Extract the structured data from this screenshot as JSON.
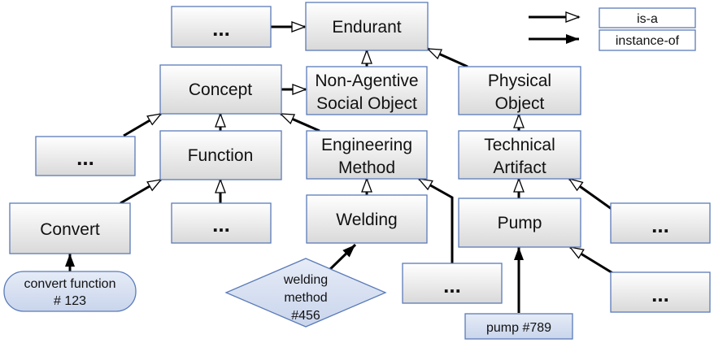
{
  "nodes": {
    "dots_top": "...",
    "endurant": "Endurant",
    "concept": "Concept",
    "nas_line1": "Non-Agentive",
    "nas_line2": "Social Object",
    "physical_line1": "Physical",
    "physical_line2": "Object",
    "dots_left": "...",
    "function": "Function",
    "eng_line1": "Engineering",
    "eng_line2": "Method",
    "tech_line1": "Technical",
    "tech_line2": "Artifact",
    "convert": "Convert",
    "dots_function": "...",
    "welding": "Welding",
    "pump": "Pump",
    "dots_right_upper": "...",
    "dots_method": "...",
    "dots_right_lower": "..."
  },
  "instances": {
    "convert_fn_line1": "convert function",
    "convert_fn_line2": "# 123",
    "welding_line1": "welding",
    "welding_line2": "method",
    "welding_line3": "#456",
    "pump_instance": "pump #789"
  },
  "legend": {
    "is_a": "is-a",
    "instance_of": "instance-of"
  },
  "colors": {
    "box_border": "#5b7bb8",
    "instance_fill": "#d7e0f1",
    "box_fill_top": "#ffffff",
    "box_fill_bottom": "#d9d9d9"
  }
}
